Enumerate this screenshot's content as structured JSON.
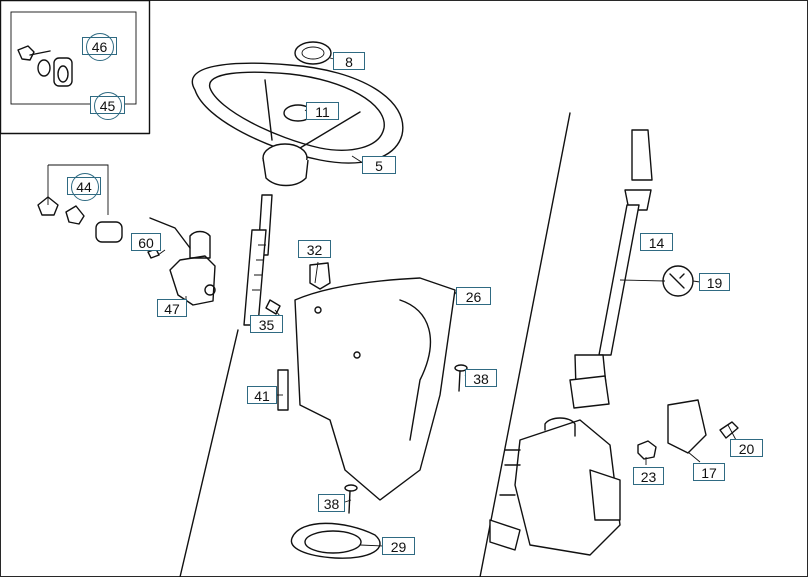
{
  "diagram": {
    "colors": {
      "line": "#111111",
      "label_border": "#2f6a82",
      "background": "#ffffff"
    },
    "parts": [
      {
        "id": "46",
        "label": "46",
        "circled": true
      },
      {
        "id": "45",
        "label": "45",
        "circled": true
      },
      {
        "id": "8",
        "label": "8",
        "circled": false
      },
      {
        "id": "11",
        "label": "11",
        "circled": false
      },
      {
        "id": "5",
        "label": "5",
        "circled": false
      },
      {
        "id": "44",
        "label": "44",
        "circled": true
      },
      {
        "id": "60",
        "label": "60",
        "circled": false
      },
      {
        "id": "47",
        "label": "47",
        "circled": false
      },
      {
        "id": "32",
        "label": "32",
        "circled": false
      },
      {
        "id": "26",
        "label": "26",
        "circled": false
      },
      {
        "id": "35",
        "label": "35",
        "circled": false
      },
      {
        "id": "14",
        "label": "14",
        "circled": false
      },
      {
        "id": "19",
        "label": "19",
        "circled": false
      },
      {
        "id": "38a",
        "label": "38",
        "circled": false
      },
      {
        "id": "41",
        "label": "41",
        "circled": false
      },
      {
        "id": "20",
        "label": "20",
        "circled": false
      },
      {
        "id": "23",
        "label": "23",
        "circled": false
      },
      {
        "id": "17",
        "label": "17",
        "circled": false
      },
      {
        "id": "38b",
        "label": "38",
        "circled": false
      },
      {
        "id": "29",
        "label": "29",
        "circled": false
      }
    ]
  }
}
